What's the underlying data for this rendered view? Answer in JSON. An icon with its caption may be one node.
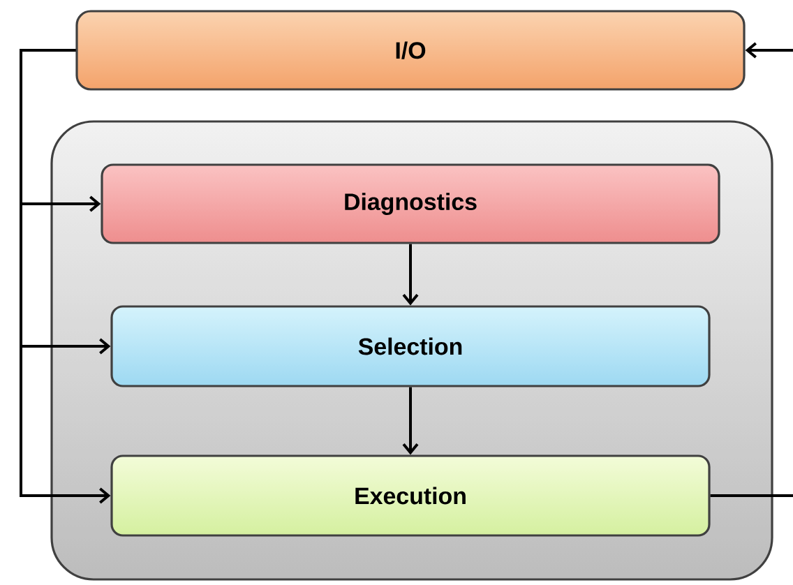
{
  "diagram": {
    "nodes": [
      {
        "text": [
          "I/O"
        ]
      },
      {
        "text": [],
        "shape": "box"
      },
      {
        "text": [
          "Diagnostics"
        ],
        "in": 1
      },
      {
        "text": [
          "Selection"
        ],
        "in": 1
      },
      {
        "text": [
          "Execution"
        ],
        "in": 1
      }
    ],
    "edges": [
      {
        "from": null,
        "to": 0,
        "arrow": "to"
      },
      {
        "from": 0,
        "to": 2,
        "arrow": "to"
      },
      {
        "from": 0,
        "to": 3,
        "arrow": "to"
      },
      {
        "from": 0,
        "to": 4,
        "arrow": "to"
      },
      {
        "from": 2,
        "to": 3,
        "arrow": "to"
      },
      {
        "from": 3,
        "to": 4,
        "arrow": "to"
      },
      {
        "from": 4,
        "to": null,
        "arrow": "none"
      }
    ]
  }
}
